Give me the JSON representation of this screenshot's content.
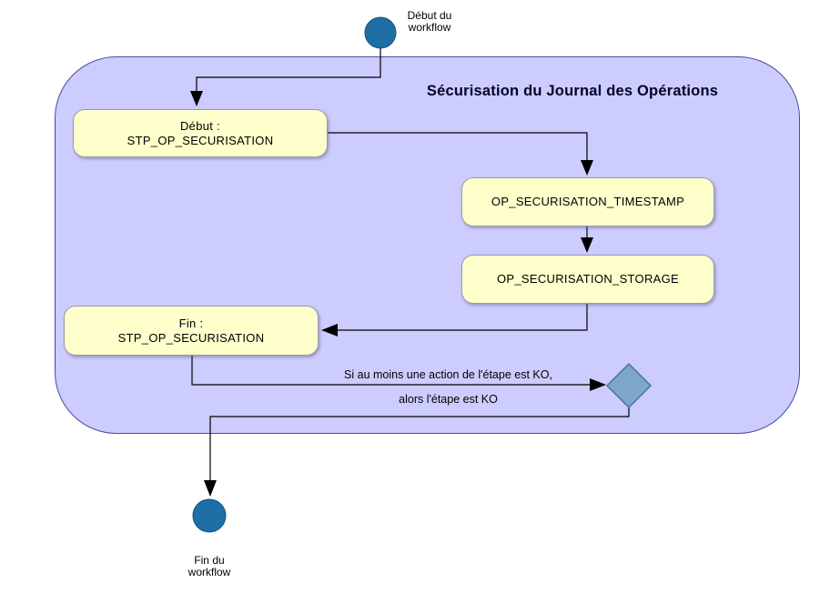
{
  "title": "Sécurisation du Journal des Opérations",
  "start": {
    "label": "Début du\nworkflow"
  },
  "end": {
    "label": "Fin du\nworkflow"
  },
  "nodes": {
    "step_start": {
      "line1": "Début :",
      "line2": "STP_OP_SECURISATION"
    },
    "timestamp": {
      "label": "OP_SECURISATION_TIMESTAMP"
    },
    "storage": {
      "label": "OP_SECURISATION_STORAGE"
    },
    "step_end": {
      "line1": "Fin :",
      "line2": "STP_OP_SECURISATION"
    }
  },
  "annotation": {
    "line1": "Si au moins une action de l'étape est KO,",
    "line2": "alors l'étape est KO"
  },
  "colors": {
    "frame_fill": "#ccccff",
    "frame_border": "#4a4aa0",
    "node_fill": "#ffffcc",
    "node_border": "#9a9aa8",
    "terminal_fill": "#1d6fa5",
    "terminal_border": "#14537c",
    "decision_fill": "#7ea6cb",
    "decision_border": "#46749e",
    "edge": "#000000"
  }
}
